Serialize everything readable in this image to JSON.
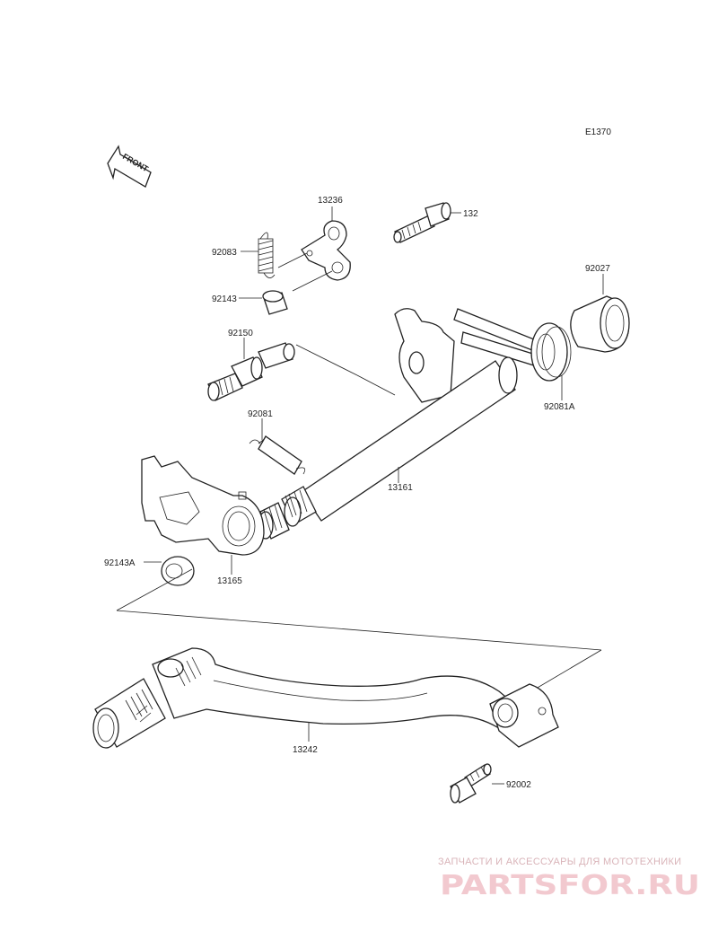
{
  "diagram": {
    "code": "E1370",
    "front_label": "FRONT",
    "parts": [
      {
        "id": "p-132",
        "number": "132"
      },
      {
        "id": "p-13236",
        "number": "13236"
      },
      {
        "id": "p-92083",
        "number": "92083"
      },
      {
        "id": "p-92143",
        "number": "92143"
      },
      {
        "id": "p-92027",
        "number": "92027"
      },
      {
        "id": "p-92150",
        "number": "92150"
      },
      {
        "id": "p-92081A",
        "number": "92081A"
      },
      {
        "id": "p-92081",
        "number": "92081"
      },
      {
        "id": "p-13161",
        "number": "13161"
      },
      {
        "id": "p-92143A",
        "number": "92143A"
      },
      {
        "id": "p-13165",
        "number": "13165"
      },
      {
        "id": "p-13242",
        "number": "13242"
      },
      {
        "id": "p-92002",
        "number": "92002"
      }
    ]
  },
  "watermark": {
    "tagline": "ЗАПЧАСТИ И АКСЕССУАРЫ ДЛЯ МОТОТЕХНИКИ",
    "brand": "PARTSFOR.RU"
  },
  "colors": {
    "line": "#222222",
    "watermark_brand": "#f2c9cf",
    "watermark_tagline": "#d9b3b8"
  }
}
